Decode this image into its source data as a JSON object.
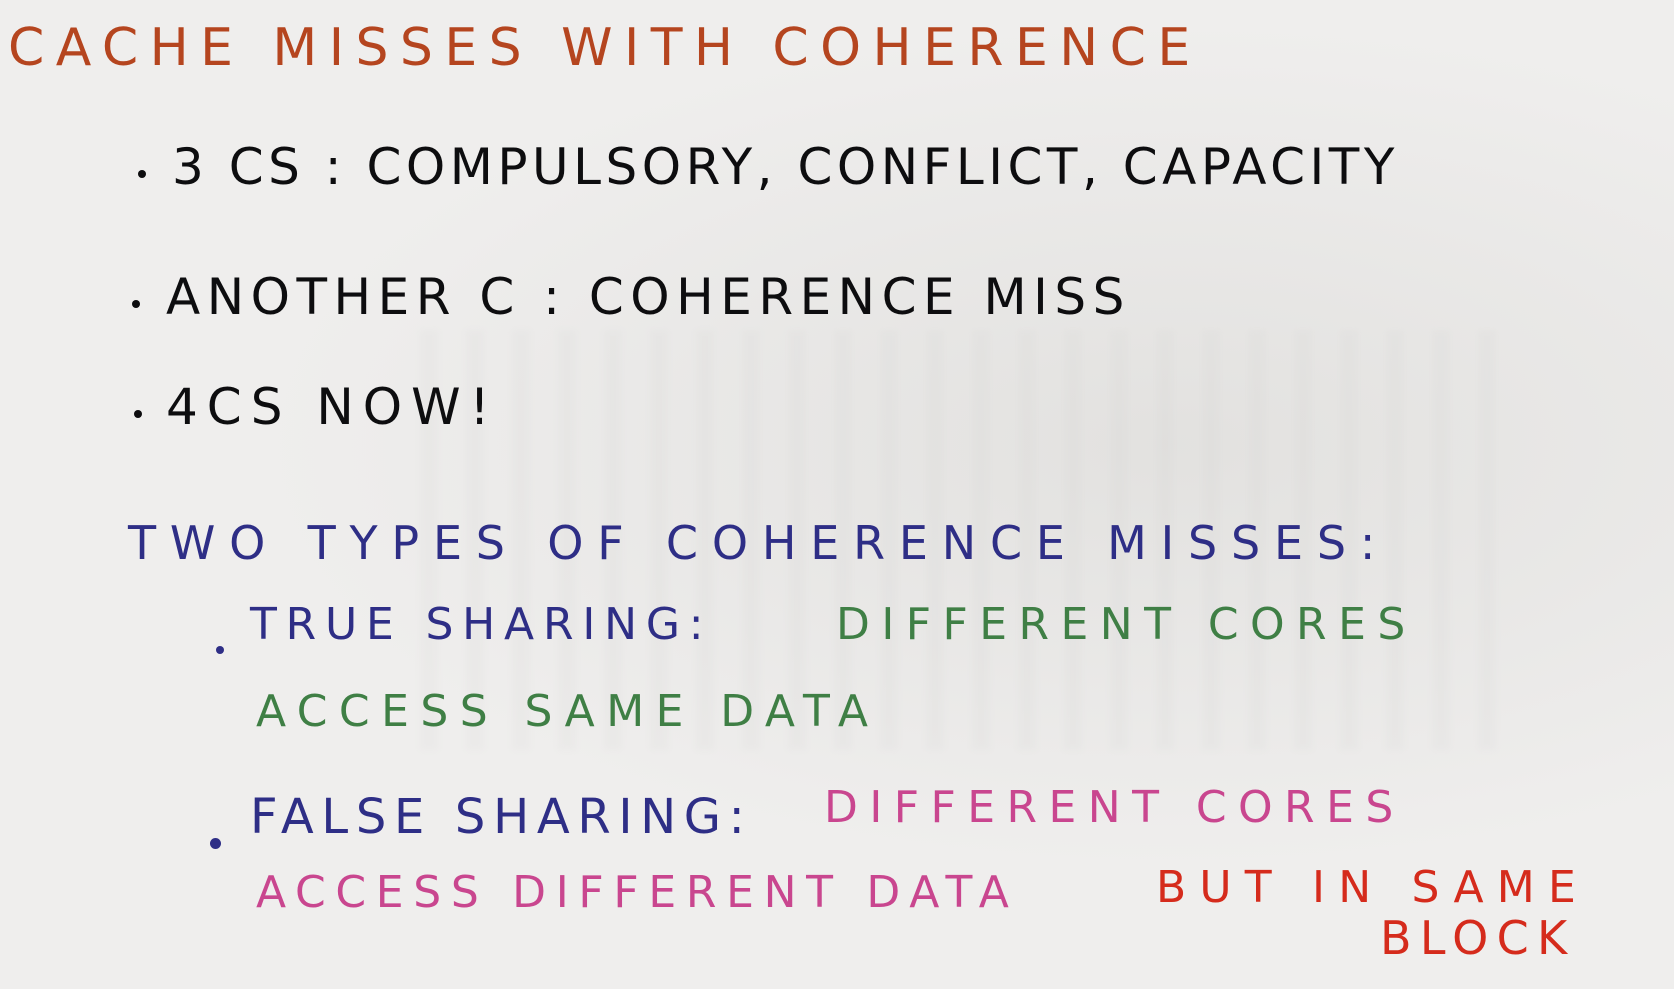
{
  "title": "CACHE MISSES WITH COHERENCE",
  "bullets": [
    "3 Cs : COMPULSORY, CONFLICT, CAPACITY",
    "ANOTHER C : COHERENCE MISS",
    "4Cs NOW!"
  ],
  "section_heading": "TWO TYPES OF COHERENCE MISSES:",
  "true_sharing": {
    "label": "TRUE SHARING:",
    "desc_line1": "DIFFERENT CORES",
    "desc_line2": "ACCESS SAME DATA"
  },
  "false_sharing": {
    "label": "FALSE SHARING:",
    "desc_line1": "DIFFERENT CORES",
    "desc_line2": "ACCESS DIFFERENT DATA",
    "emphasis_line2": "BUT IN SAME",
    "emphasis_line3": "BLOCK"
  },
  "colors": {
    "title": "#b5451f",
    "bullets": "#0d0d0f",
    "heading": "#2e2e86",
    "true_desc": "#3f7f45",
    "false_desc": "#c9468f",
    "emphasis": "#d52b1c"
  }
}
